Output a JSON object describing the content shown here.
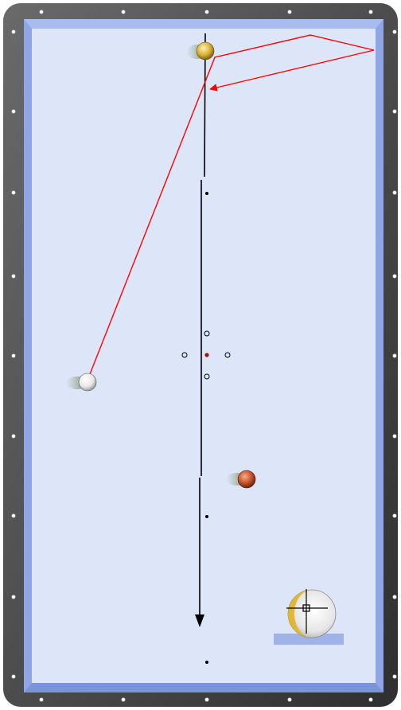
{
  "app": {
    "name": "billiard-shot-planner"
  },
  "table": {
    "rail_color": "#4a4a4a",
    "cushion_color": "#8fa6e6",
    "cloth_color": "#dde6f8",
    "diamond_color": "#ffffff"
  },
  "balls": [
    {
      "id": "cue-ball-white",
      "color": "#f2f2f2"
    },
    {
      "id": "object-ball-yellow",
      "color": "#d8b23a"
    },
    {
      "id": "object-ball-red",
      "color": "#c8502a"
    }
  ],
  "shot_path": {
    "color": "#ff0000",
    "has_arrow": true
  },
  "aim_line": {
    "color": "#000000",
    "has_arrow": true
  },
  "spin_indicator": {
    "ball_color": "#e6e6e6",
    "accent_color": "#e2b52a",
    "base_color": "#9fb3e8",
    "crosshair_icon": "crosshair-icon"
  }
}
